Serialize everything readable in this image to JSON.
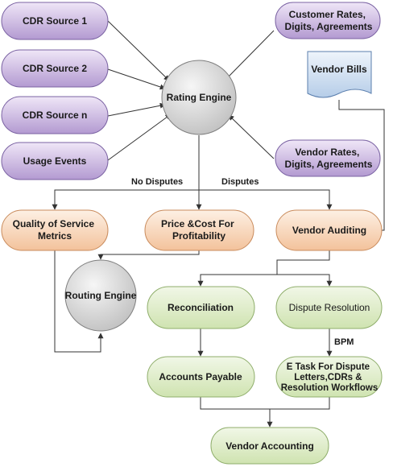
{
  "diagram": {
    "nodes": {
      "cdr1": "CDR Source 1",
      "cdr2": "CDR Source 2",
      "cdrn": "CDR Source n",
      "usage": "Usage Events",
      "cust_rates": [
        "Customer Rates,",
        "Digits, Agreements"
      ],
      "vendor_bills": "Vendor Bills",
      "rating": "Rating Engine",
      "vendor_rates": [
        "Vendor Rates,",
        "Digits, Agreements"
      ],
      "qos": [
        "Quality of Service",
        "Metrics"
      ],
      "price": [
        "Price &Cost For",
        "Profitability"
      ],
      "auditing": "Vendor Auditing",
      "routing": "Routing Engine",
      "reconciliation": "Reconciliation",
      "dispute_res": "Dispute Resolution",
      "accounts_payable": "Accounts Payable",
      "etask": [
        "E Task For Dispute",
        "Letters,CDRs &",
        "Resolution Workflows"
      ],
      "vendor_accounting": "Vendor Accounting"
    },
    "labels": {
      "no_disputes": "No Disputes",
      "disputes": "Disputes",
      "bpm": "BPM"
    },
    "colors": {
      "purple_top": "#efe6f7",
      "purple_bottom": "#b39ad1",
      "purple_stroke": "#7b63a3",
      "orange_top": "#fdf0e4",
      "orange_bottom": "#f3c29b",
      "orange_stroke": "#c98b5c",
      "green_top": "#f1f7e7",
      "green_bottom": "#cfe3b0",
      "green_stroke": "#8fae6b",
      "gray_top": "#f6f6f6",
      "gray_bottom": "#bdbdbd",
      "gray_stroke": "#7f7f7f",
      "blue_top": "#eef4fb",
      "blue_bottom": "#b6cde8",
      "blue_stroke": "#5b7fae"
    }
  }
}
